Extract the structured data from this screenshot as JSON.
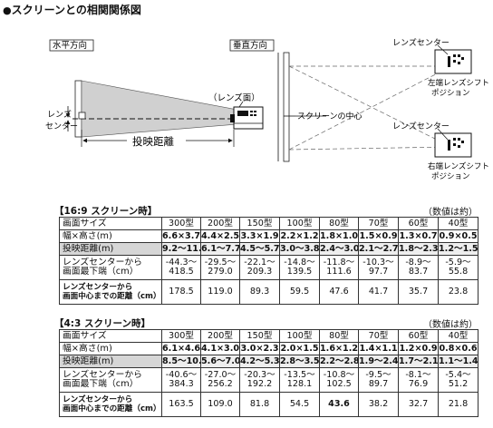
{
  "title": "スクリーンとの相関関係図",
  "diagram": {
    "horizontal_label": "水平方向",
    "vertical_label": "垂直方向",
    "lens_surface": "（レンズ面）",
    "lens_center_l1": "レンズ",
    "lens_center_l2": "センター",
    "projection_distance": "投映距離",
    "screen_center": "スクリーンの中心",
    "lens_center_top": "レンズセンター",
    "lens_center_bottom": "レンズセンター",
    "left_shift_l1": "左端レンズシフト",
    "left_shift_l2": "ポジション",
    "right_shift_l1": "右端レンズシフト",
    "right_shift_l2": "ポジション"
  },
  "tables": [
    {
      "heading": "【16:9 スクリーン時】",
      "note": "（数値は約）",
      "header_label": "画面サイズ",
      "sizes": [
        "300型",
        "200型",
        "150型",
        "100型",
        "80型",
        "70型",
        "60型",
        "40型"
      ],
      "rows": [
        {
          "label": "幅×高さ(m)",
          "values": [
            "6.6×3.7",
            "4.4×2.5",
            "3.3×1.9",
            "2.2×1.2",
            "1.8×1.0",
            "1.5×0.9",
            "1.3×0.7",
            "0.9×0.5"
          ]
        },
        {
          "label": "投映距離(m)",
          "shaded": true,
          "values": [
            "9.2～11.5",
            "6.1～7.7",
            "4.5～5.7",
            "3.0～3.8",
            "2.4～3.0",
            "2.1～2.7",
            "1.8～2.3",
            "1.2～1.5"
          ]
        },
        {
          "label_l1": "レンズセンターから",
          "label_l2": "画面最下端（cm）",
          "values_l1": [
            "-44.3～",
            "-29.5～",
            "-22.1～",
            "-14.8～",
            "-11.8～",
            "-10.3～",
            "-8.9～",
            "-5.9～"
          ],
          "values_l2": [
            "418.5",
            "279.0",
            "209.3",
            "139.5",
            "111.6",
            "97.7",
            "83.7",
            "55.8"
          ]
        },
        {
          "label_l1": "レンズセンターから",
          "label_l2": "画面中心までの距離（cm）",
          "bold": true,
          "values": [
            "178.5",
            "119.0",
            "89.3",
            "59.5",
            "47.6",
            "41.7",
            "35.7",
            "23.8"
          ]
        }
      ]
    },
    {
      "heading": "【4:3 スクリーン時】",
      "note": "（数値は約）",
      "header_label": "画面サイズ",
      "sizes": [
        "300型",
        "200型",
        "150型",
        "100型",
        "80型",
        "70型",
        "60型",
        "40型"
      ],
      "rows": [
        {
          "label": "幅×高さ(m)",
          "values": [
            "6.1×4.6",
            "4.1×3.0",
            "3.0×2.3",
            "2.0×1.5",
            "1.6×1.2",
            "1.4×1.1",
            "1.2×0.9",
            "0.8×0.6"
          ]
        },
        {
          "label": "投映距離(m)",
          "shaded": true,
          "values": [
            "8.5～10.6",
            "5.6～7.0",
            "4.2～5.3",
            "2.8～3.5",
            "2.2～2.8",
            "1.9～2.4",
            "1.7～2.1",
            "1.1～1.4"
          ]
        },
        {
          "label_l1": "レンズセンターから",
          "label_l2": "画面最下端（cm）",
          "values_l1": [
            "-40.6～",
            "-27.0～",
            "-20.3～",
            "-13.5～",
            "-10.8～",
            "-9.5～",
            "-8.1～",
            "-5.4～"
          ],
          "values_l2": [
            "384.3",
            "256.2",
            "192.2",
            "128.1",
            "102.5",
            "89.7",
            "76.9",
            "51.2"
          ]
        },
        {
          "label_l1": "レンズセンターから",
          "label_l2": "画面中心までの距離（cm）",
          "bold": true,
          "values": [
            "163.5",
            "109.0",
            "81.8",
            "54.5",
            "43.6",
            "38.2",
            "32.7",
            "21.8"
          ]
        }
      ]
    }
  ]
}
